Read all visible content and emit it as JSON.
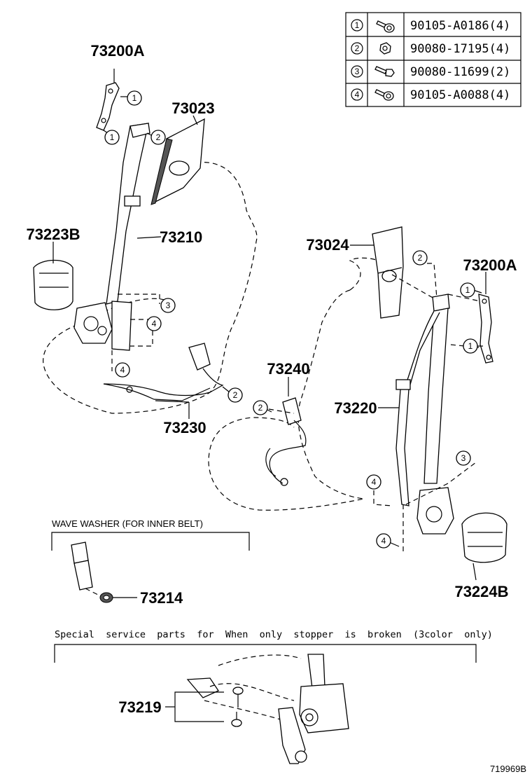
{
  "fastener_table": [
    {
      "key": "1",
      "part_number": "90105-A0186(4)",
      "icon": "flange-bolt-icon"
    },
    {
      "key": "2",
      "part_number": "90080-17195(4)",
      "icon": "nut-icon"
    },
    {
      "key": "3",
      "part_number": "90080-11699(2)",
      "icon": "bolt-icon"
    },
    {
      "key": "4",
      "part_number": "90105-A0088(4)",
      "icon": "flange-bolt-icon"
    }
  ],
  "parts": {
    "p73200A_left": "73200A",
    "p73023": "73023",
    "p73223B": "73223B",
    "p73210": "73210",
    "p73230": "73230",
    "p73024": "73024",
    "p73200A_right": "73200A",
    "p73240": "73240",
    "p73220": "73220",
    "p73214": "73214",
    "p73224B": "73224B",
    "p73219": "73219"
  },
  "callouts": {
    "c1": "1",
    "c2": "2",
    "c3": "3",
    "c4": "4"
  },
  "wave_washer_label": "WAVE WASHER (FOR INNER BELT)",
  "special_service_label": "Special  service  parts  for  When  only  stopper  is  broken  (3color  only)",
  "diagram_id": "719969B"
}
